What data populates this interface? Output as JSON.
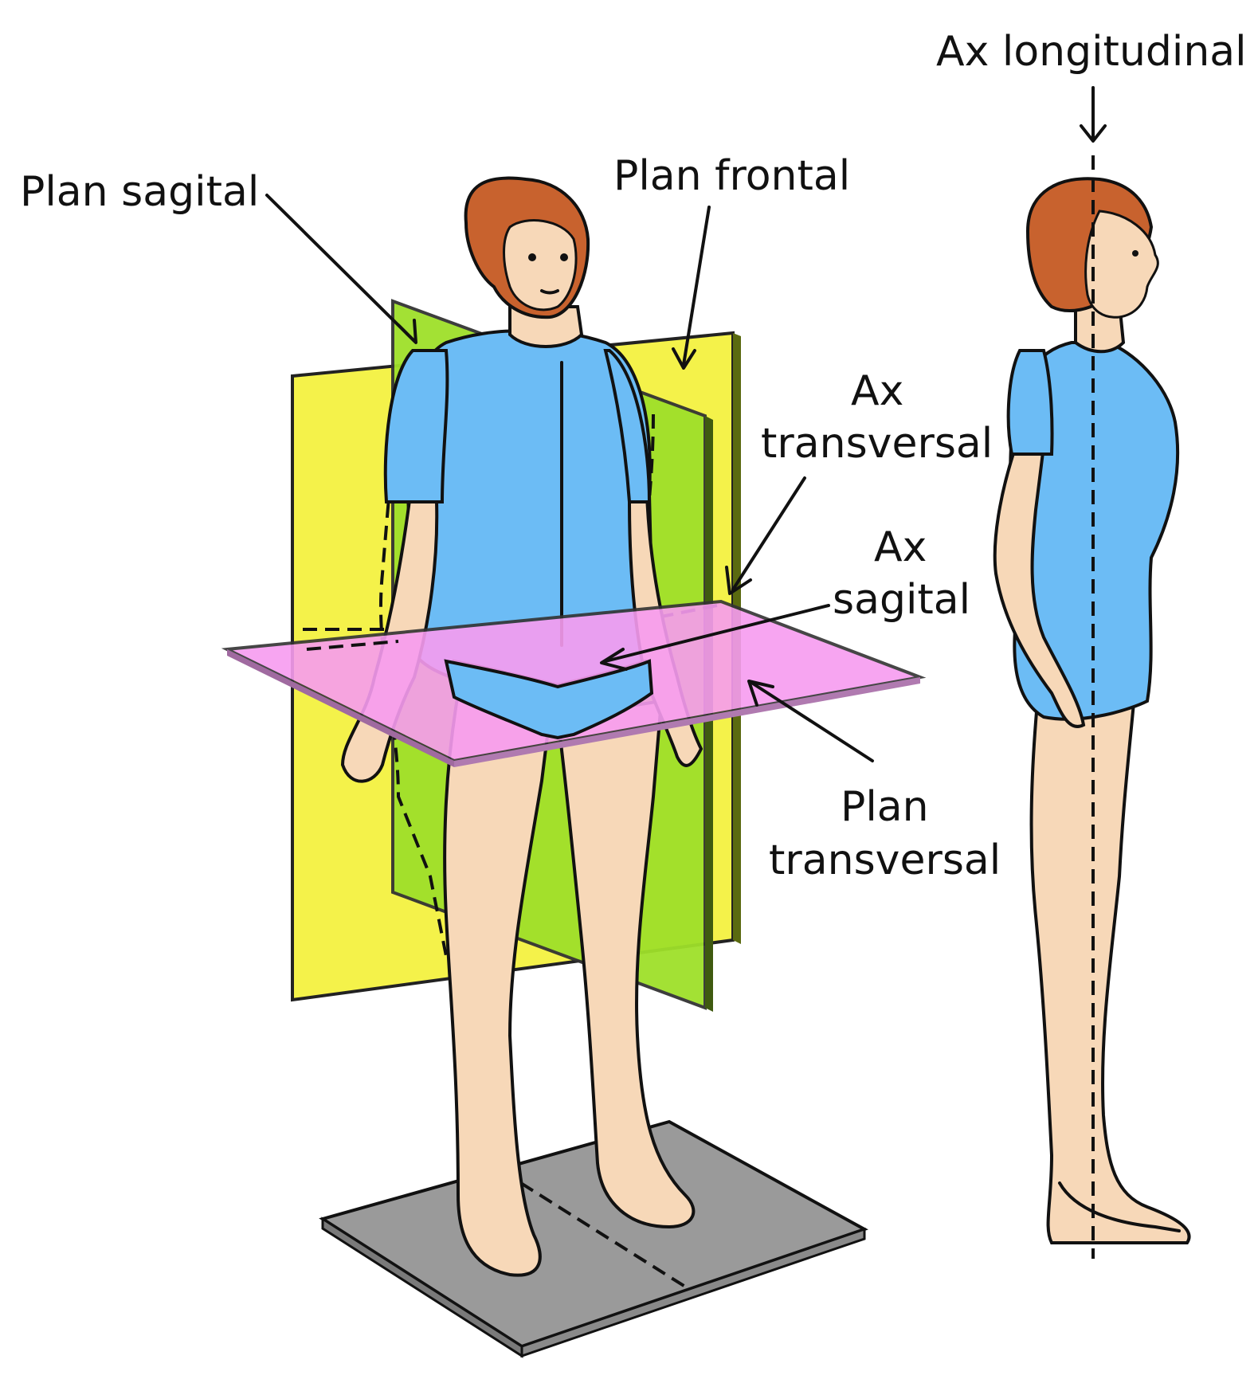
{
  "labels": {
    "plan_sagital": "Plan sagital",
    "plan_frontal": "Plan frontal",
    "ax_longitudinal": "Ax longitudinal",
    "ax_transversal_line1": "Ax",
    "ax_transversal_line2": "transversal",
    "ax_sagital_line1": "Ax",
    "ax_sagital_line2": "sagital",
    "plan_transversal_line1": "Plan",
    "plan_transversal_line2": "transversal"
  },
  "colors": {
    "frontal_plane": "#f4f24a",
    "sagittal_plane": "#9fe02a",
    "transverse_plane": "#f79cf0",
    "skin": "#f7d8b8",
    "suit": "#6cbcf5",
    "hair": "#c8622e",
    "base_plate": "#9a9a9a"
  }
}
